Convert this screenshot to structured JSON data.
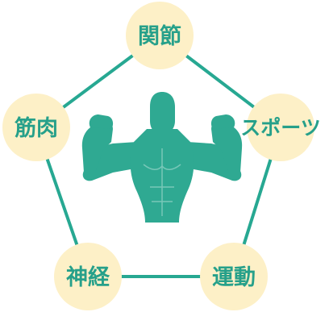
{
  "diagram": {
    "center_icon": "flexing-bodybuilder-icon",
    "nodes": {
      "top": "関節",
      "right": "スポーツ",
      "bottom_right": "運動",
      "bottom_left": "神経",
      "left": "筋肉"
    }
  },
  "colors": {
    "accent": "#27a892",
    "node_fill": "#fdf0c7",
    "label": "#26a08a"
  }
}
